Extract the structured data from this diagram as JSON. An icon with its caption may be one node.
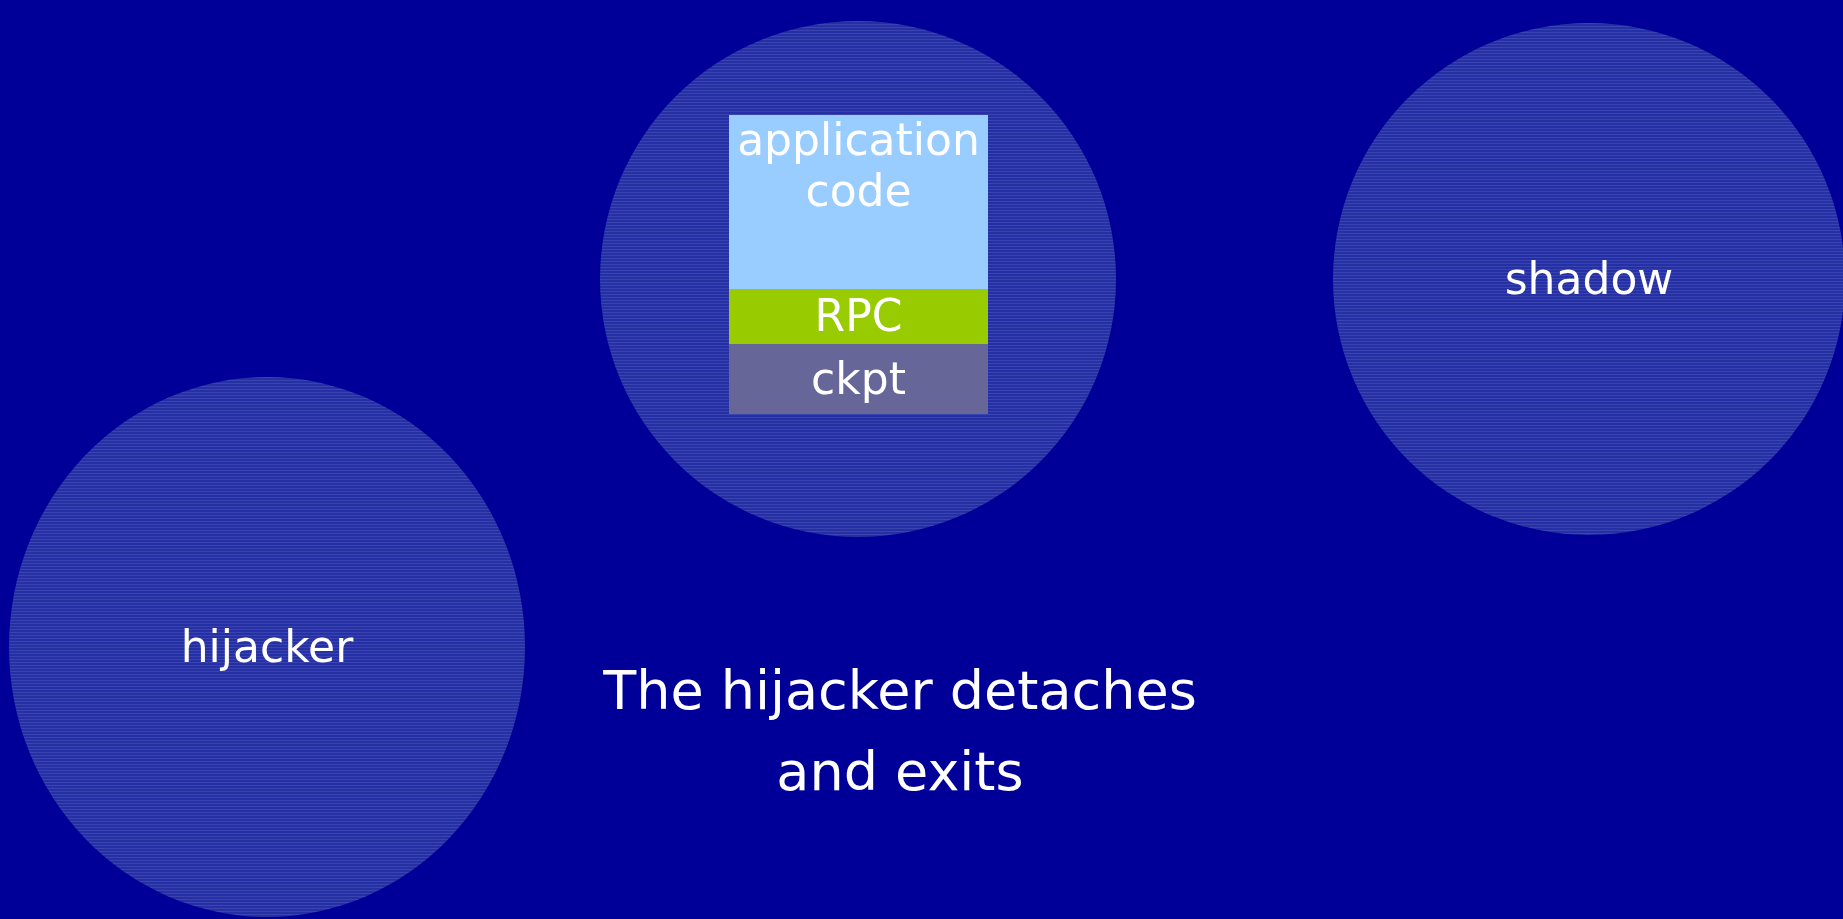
{
  "diagram": {
    "nodes": [
      {
        "text": [],
        "shape": "circle"
      },
      {
        "text": [
          "application code"
        ],
        "in": 0
      },
      {
        "text": [
          "RPC"
        ],
        "in": 0
      },
      {
        "text": [
          "ckpt"
        ],
        "in": 0
      },
      {
        "text": [
          "shadow"
        ]
      },
      {
        "text": [
          "hijacker"
        ]
      }
    ],
    "labels": [
      "The hijacker detaches and exits"
    ]
  }
}
